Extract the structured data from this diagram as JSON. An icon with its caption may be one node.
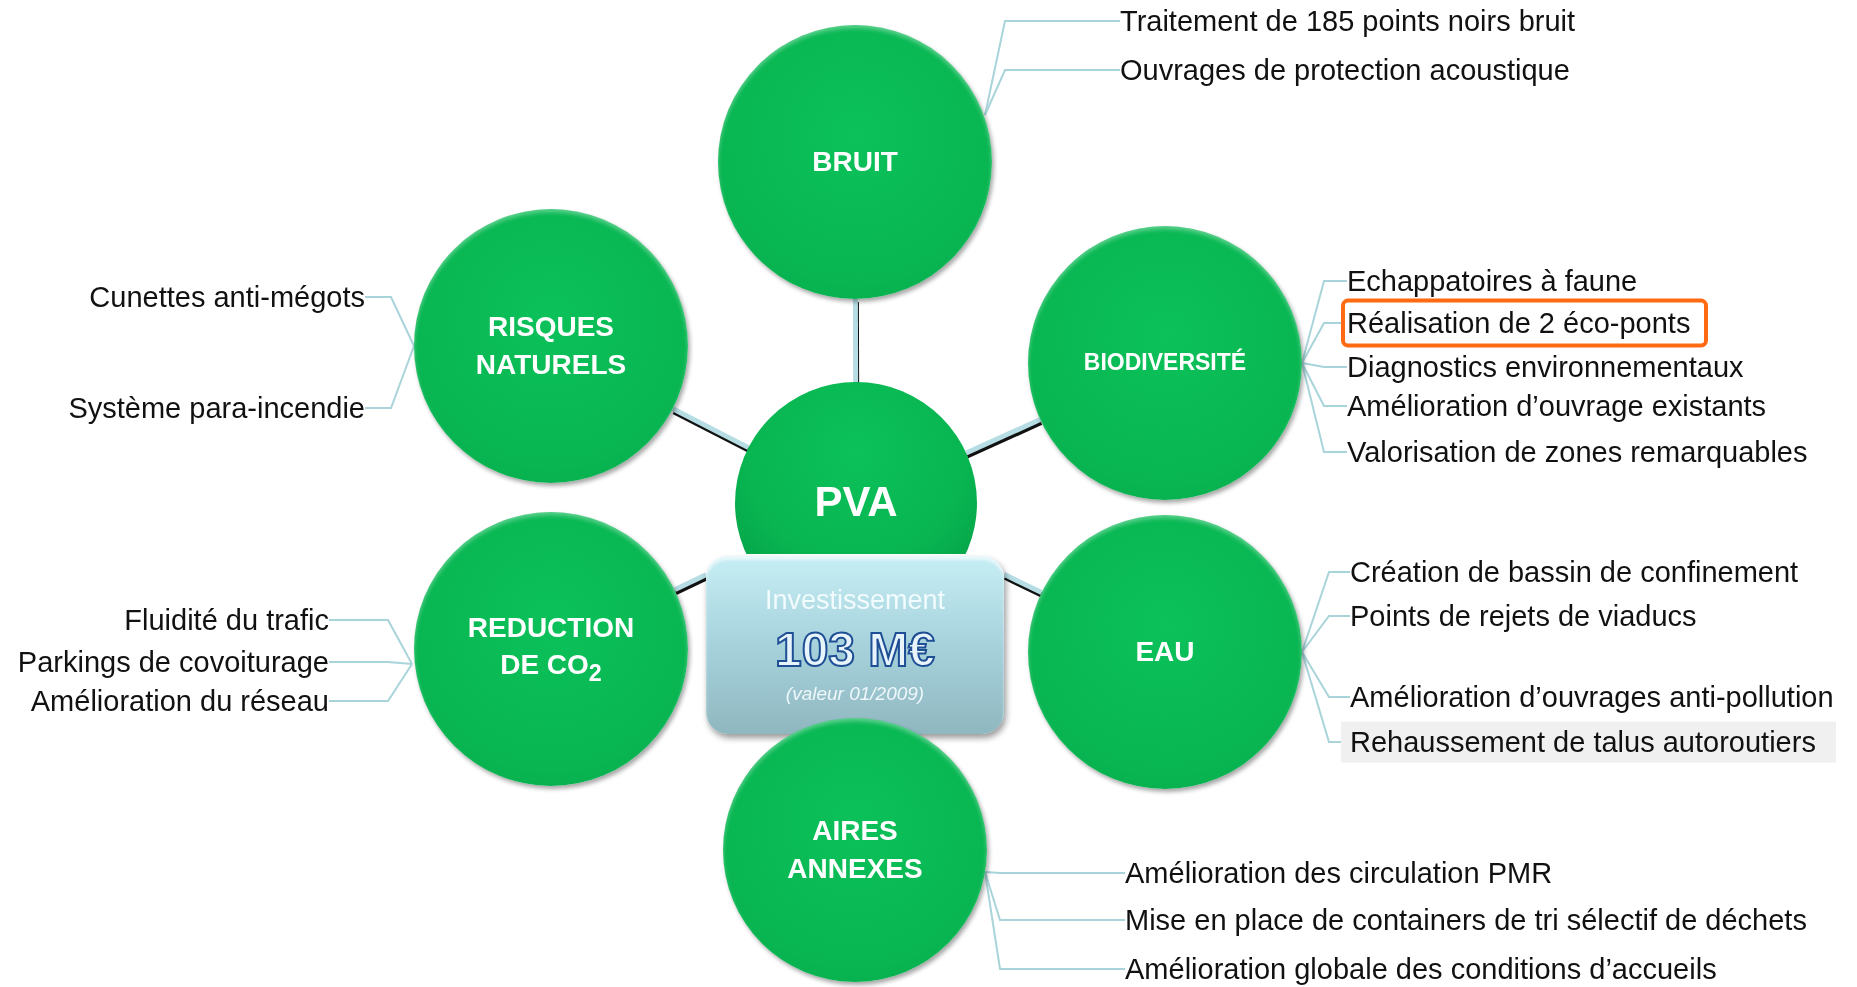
{
  "diagram": {
    "nodes": [
      {
        "text": [
          "BRUIT"
        ]
      },
      {
        "text": [
          "Traitement de 185 points noirs bruit"
        ]
      },
      {
        "text": [
          "Ouvrages de protection acoustique"
        ]
      },
      {
        "text": [
          "RISQUES NATURELS"
        ]
      },
      {
        "text": [
          "Cunettes anti-mégots"
        ]
      },
      {
        "text": [
          "Système para-incendie"
        ]
      },
      {
        "text": [
          "BIODIVERSITÉ"
        ]
      },
      {
        "text": [
          "Echappatoires à faune"
        ]
      },
      {
        "text": [
          "Réalisation de 2 éco-ponts"
        ]
      },
      {
        "text": [
          "Diagnostics environnementaux"
        ]
      },
      {
        "text": [
          "Amélioration d’ouvrage existants"
        ]
      },
      {
        "text": [
          "Valorisation de zones remarquables"
        ]
      },
      {
        "text": [
          "PVA"
        ]
      },
      {
        "text": [
          "Investissement",
          "103 M€",
          "(valeur 01/2009)"
        ]
      },
      {
        "text": [
          "REDUCTION DE CO$_{2}$"
        ]
      },
      {
        "text": [
          "Fluidité du trafic"
        ]
      },
      {
        "text": [
          "Parkings de covoiturage"
        ]
      },
      {
        "text": [
          "Amélioration du réseau"
        ]
      },
      {
        "text": [
          "EAU"
        ]
      },
      {
        "text": [
          "Création de bassin de confinement"
        ]
      },
      {
        "text": [
          "Points de rejets de viaducs"
        ]
      },
      {
        "text": [
          "Amélioration d’ouvrages anti-pollution"
        ]
      },
      {
        "text": [
          "Rehaussement de talus autoroutiers"
        ]
      },
      {
        "text": [
          "AIRES ANNEXES"
        ]
      },
      {
        "text": [
          "Amélioration des circulation PMR"
        ]
      },
      {
        "text": [
          "Mise en place de containers de tri sélectif de déchets"
        ]
      },
      {
        "text": [
          "Amélioration globale des conditions d’accueils"
        ]
      }
    ],
    "edges": [
      {
        "from": 12,
        "to": 0,
        "arrow": "none",
        "style": "thick"
      },
      {
        "from": 12,
        "to": 3,
        "arrow": "none",
        "style": "thick"
      },
      {
        "from": 12,
        "to": 6,
        "arrow": "none",
        "style": "thick"
      },
      {
        "from": 13,
        "to": 14,
        "arrow": "none",
        "style": "thick"
      },
      {
        "from": 13,
        "to": 18,
        "arrow": "none",
        "style": "thick"
      },
      {
        "from": 0,
        "to": 1,
        "arrow": "none"
      },
      {
        "from": 0,
        "to": 2,
        "arrow": "none"
      },
      {
        "from": 3,
        "to": 4,
        "arrow": "none"
      },
      {
        "from": 3,
        "to": 5,
        "arrow": "none"
      },
      {
        "from": 6,
        "to": 7,
        "arrow": "none"
      },
      {
        "from": 6,
        "to": 8,
        "arrow": "none"
      },
      {
        "from": 6,
        "to": 9,
        "arrow": "none"
      },
      {
        "from": 6,
        "to": 10,
        "arrow": "none"
      },
      {
        "from": 6,
        "to": 11,
        "arrow": "none"
      },
      {
        "from": 14,
        "to": 15,
        "arrow": "none"
      },
      {
        "from": 14,
        "to": 16,
        "arrow": "none"
      },
      {
        "from": 14,
        "to": 17,
        "arrow": "none"
      },
      {
        "from": 18,
        "to": 19,
        "arrow": "none"
      },
      {
        "from": 18,
        "to": 20,
        "arrow": "none"
      },
      {
        "from": 18,
        "to": 21,
        "arrow": "none"
      },
      {
        "from": 18,
        "to": 22,
        "arrow": "none"
      },
      {
        "from": 23,
        "to": 24,
        "arrow": "none"
      },
      {
        "from": 23,
        "to": 25,
        "arrow": "none"
      },
      {
        "from": 23,
        "to": 26,
        "arrow": "none"
      }
    ]
  }
}
